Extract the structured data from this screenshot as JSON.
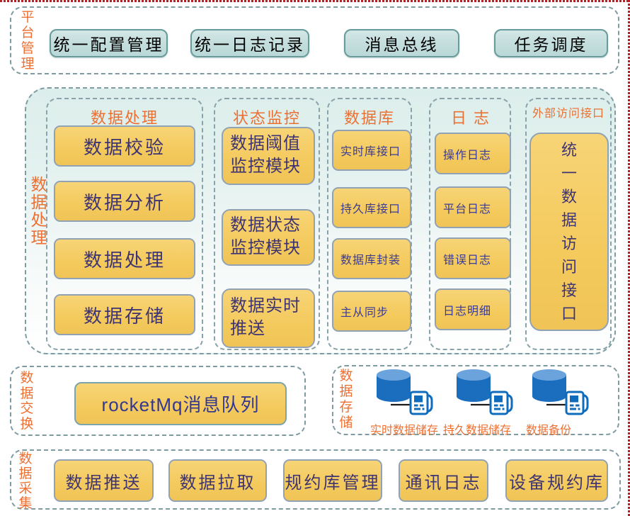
{
  "diagram": {
    "frame_color": "#b2232a",
    "accent_orange": "#ed7032",
    "box_yellow": "#f4ca5d",
    "box_teal": "#c2dddc",
    "text_dark_purple": "#3f3472",
    "text_indigo": "#3a3a97"
  },
  "platform": {
    "label": "平台管理",
    "boxes": [
      "统一配置管理",
      "统一日志记录",
      "消息总线",
      "任务调度"
    ]
  },
  "processing": {
    "label": "数据处理",
    "group_process": {
      "title": "数据处理",
      "boxes": [
        "数据校验",
        "数据分析",
        "数据处理",
        "数据存储"
      ]
    },
    "group_monitor": {
      "title": "状态监控",
      "boxes": [
        "数据阈值监控模块",
        "数据状态监控模块",
        "数据实时推送"
      ]
    },
    "group_database": {
      "title": "数据库",
      "boxes": [
        "实时库接口",
        "持久库接口",
        "数据库封装",
        "主从同步"
      ]
    },
    "group_log": {
      "title": "日志",
      "boxes": [
        "操作日志",
        "平台日志",
        "错误日志",
        "日志明细"
      ]
    },
    "group_external": {
      "title": "外部访问接口",
      "tall_box": "统一数据访问接口"
    }
  },
  "exchange": {
    "label": "数据交换",
    "box": "rocketMq消息队列"
  },
  "storage": {
    "label": "数据存储",
    "items": [
      "实时数据储存",
      "持久数据储存",
      "数据备份"
    ]
  },
  "collection": {
    "label": "数据采集",
    "boxes": [
      "数据推送",
      "数据拉取",
      "规约库管理",
      "通讯日志",
      "设备规约库"
    ]
  }
}
